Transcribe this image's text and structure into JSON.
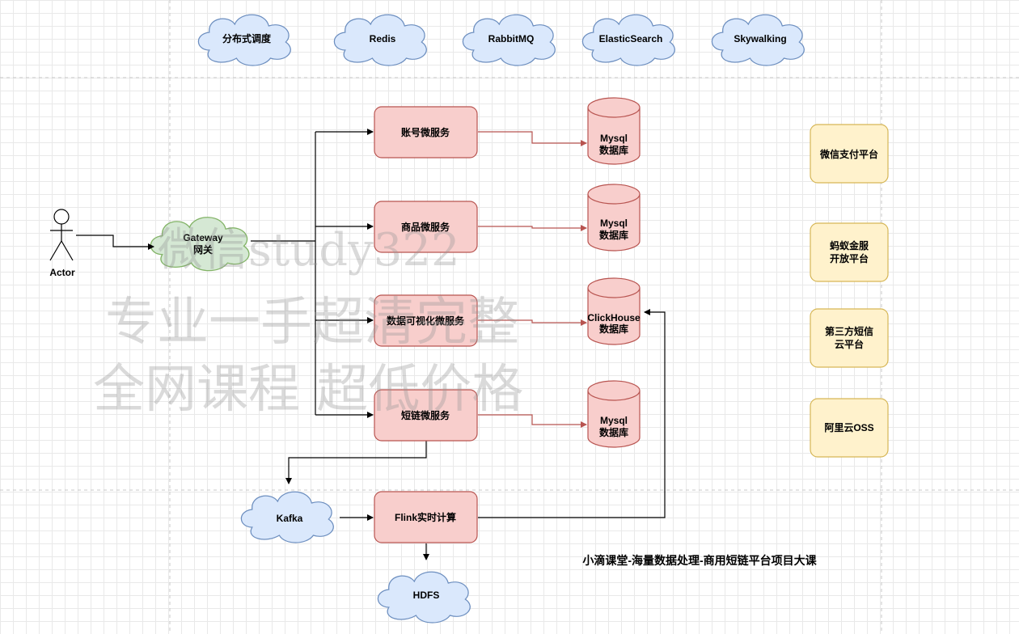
{
  "clouds_top": [
    "分布式调度",
    "Redis",
    "RabbitMQ",
    "ElasticSearch",
    "Skywalking"
  ],
  "actor": "Actor",
  "gateway": [
    "Gateway",
    "网关"
  ],
  "services": [
    "账号微服务",
    "商品微服务",
    "数据可视化微服务",
    "短链微服务"
  ],
  "databases": [
    [
      "Mysql",
      "数据库"
    ],
    [
      "Mysql",
      "数据库"
    ],
    [
      "ClickHouse",
      "数据库"
    ],
    [
      "Mysql",
      "数据库"
    ]
  ],
  "platforms": [
    [
      "微信支付平台"
    ],
    [
      "蚂蚁金服",
      "开放平台"
    ],
    [
      "第三方短信",
      "云平台"
    ],
    [
      "阿里云OSS"
    ]
  ],
  "kafka": "Kafka",
  "flink": "Flink实时计算",
  "hdfs": "HDFS",
  "caption": "小滴课堂-海量数据处理-商用短链平台项目大课",
  "watermark": [
    "微信study322",
    "专业一手超清完整",
    "全网课程 超低价格"
  ],
  "colors": {
    "cloud_fill": "#dae8fc",
    "cloud_stroke": "#6c8ebf",
    "gateway_fill": "#d5e8d4",
    "gateway_stroke": "#82b366",
    "service_fill": "#f8cecc",
    "service_stroke": "#b85450",
    "platform_fill": "#fff2cc",
    "platform_stroke": "#d6b656",
    "red_arrow": "#b85450"
  }
}
